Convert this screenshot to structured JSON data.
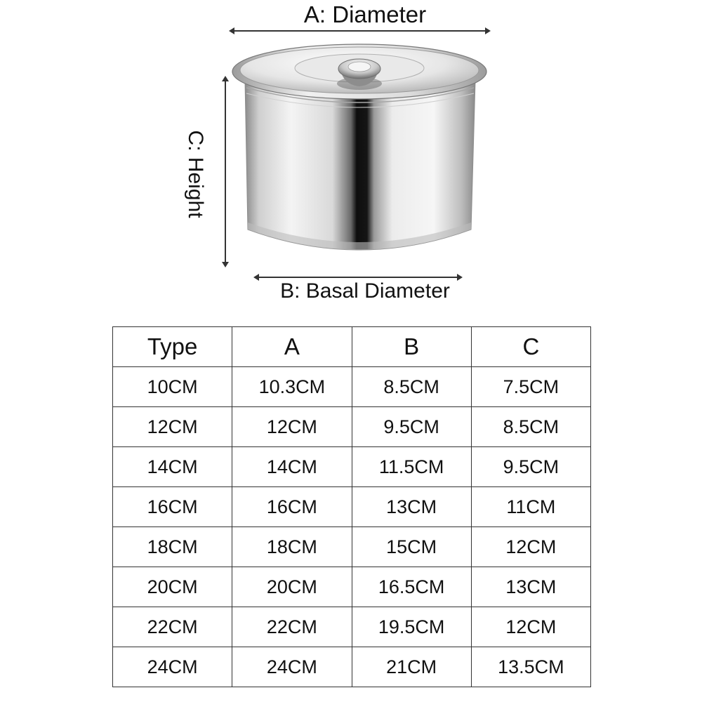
{
  "labels": {
    "diameter": "A: Diameter",
    "basal_diameter": "B: Basal Diameter",
    "height": "C: Height"
  },
  "table": {
    "headers": [
      "Type",
      "A",
      "B",
      "C"
    ],
    "rows": [
      [
        "10CM",
        "10.3CM",
        "8.5CM",
        "7.5CM"
      ],
      [
        "12CM",
        "12CM",
        "9.5CM",
        "8.5CM"
      ],
      [
        "14CM",
        "14CM",
        "11.5CM",
        "9.5CM"
      ],
      [
        "16CM",
        "16CM",
        "13CM",
        "11CM"
      ],
      [
        "18CM",
        "18CM",
        "15CM",
        "12CM"
      ],
      [
        "20CM",
        "20CM",
        "16.5CM",
        "13CM"
      ],
      [
        "22CM",
        "22CM",
        "19.5CM",
        "12CM"
      ],
      [
        "24CM",
        "24CM",
        "21CM",
        "13.5CM"
      ]
    ]
  },
  "colors": {
    "text": "#111111",
    "grid": "#333333",
    "steel_light": "#f2f2f2",
    "steel_dark": "#1a1a1a"
  }
}
